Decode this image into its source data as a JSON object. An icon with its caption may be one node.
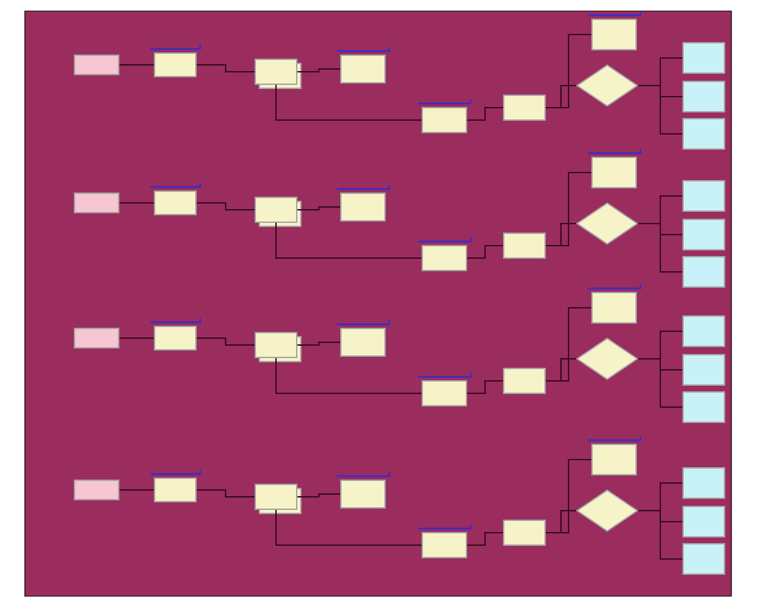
{
  "diagram": {
    "nodes": [
      {
        "text": [],
        "shape": "box"
      },
      {
        "text": [],
        "shape": "box"
      },
      {
        "text": [],
        "shape": "box"
      },
      {
        "text": [],
        "shape": "box"
      },
      {
        "text": [],
        "shape": "box"
      },
      {
        "text": [],
        "shape": "box"
      },
      {
        "text": [],
        "shape": "box"
      },
      {
        "text": [],
        "shape": "diamond"
      },
      {
        "text": [],
        "shape": "box"
      },
      {
        "text": [],
        "shape": "box"
      },
      {
        "text": [],
        "shape": "box"
      },
      {
        "text": [],
        "shape": "box"
      },
      {
        "text": [],
        "shape": "box"
      },
      {
        "text": [],
        "shape": "box"
      },
      {
        "text": [],
        "shape": "box"
      },
      {
        "text": [],
        "shape": "box"
      },
      {
        "text": [],
        "shape": "box"
      },
      {
        "text": [],
        "shape": "box"
      },
      {
        "text": [],
        "shape": "diamond"
      },
      {
        "text": [],
        "shape": "box"
      },
      {
        "text": [],
        "shape": "box"
      },
      {
        "text": [],
        "shape": "box"
      },
      {
        "text": [],
        "shape": "box"
      },
      {
        "text": [],
        "shape": "box"
      },
      {
        "text": [],
        "shape": "box"
      },
      {
        "text": [],
        "shape": "box"
      },
      {
        "text": [],
        "shape": "box"
      },
      {
        "text": [],
        "shape": "box"
      },
      {
        "text": [],
        "shape": "box"
      },
      {
        "text": [],
        "shape": "diamond"
      },
      {
        "text": [],
        "shape": "box"
      },
      {
        "text": [],
        "shape": "box"
      },
      {
        "text": [],
        "shape": "box"
      },
      {
        "text": [],
        "shape": "box"
      },
      {
        "text": [],
        "shape": "box"
      },
      {
        "text": [],
        "shape": "box"
      },
      {
        "text": [],
        "shape": "box"
      },
      {
        "text": [],
        "shape": "box"
      },
      {
        "text": [],
        "shape": "box"
      },
      {
        "text": [],
        "shape": "box"
      },
      {
        "text": [],
        "shape": "diamond"
      },
      {
        "text": [],
        "shape": "box"
      },
      {
        "text": [],
        "shape": "box"
      },
      {
        "text": [],
        "shape": "box"
      }
    ],
    "edges": [
      {
        "from": 0,
        "to": 1,
        "arrow": "none"
      },
      {
        "from": 1,
        "to": 2,
        "arrow": "none"
      },
      {
        "from": 2,
        "to": 3,
        "arrow": "none"
      },
      {
        "from": 2,
        "to": 4,
        "arrow": "none"
      },
      {
        "from": 4,
        "to": 5,
        "arrow": "none"
      },
      {
        "from": 5,
        "to": 6,
        "arrow": "none"
      },
      {
        "from": 5,
        "to": 7,
        "arrow": "none"
      },
      {
        "from": 7,
        "to": 8,
        "arrow": "none"
      },
      {
        "from": 7,
        "to": 9,
        "arrow": "none"
      },
      {
        "from": 7,
        "to": 10,
        "arrow": "none"
      },
      {
        "from": 11,
        "to": 12,
        "arrow": "none"
      },
      {
        "from": 12,
        "to": 13,
        "arrow": "none"
      },
      {
        "from": 13,
        "to": 14,
        "arrow": "none"
      },
      {
        "from": 13,
        "to": 15,
        "arrow": "none"
      },
      {
        "from": 15,
        "to": 16,
        "arrow": "none"
      },
      {
        "from": 16,
        "to": 17,
        "arrow": "none"
      },
      {
        "from": 16,
        "to": 18,
        "arrow": "none"
      },
      {
        "from": 18,
        "to": 19,
        "arrow": "none"
      },
      {
        "from": 18,
        "to": 20,
        "arrow": "none"
      },
      {
        "from": 18,
        "to": 21,
        "arrow": "none"
      },
      {
        "from": 22,
        "to": 23,
        "arrow": "none"
      },
      {
        "from": 23,
        "to": 24,
        "arrow": "none"
      },
      {
        "from": 24,
        "to": 25,
        "arrow": "none"
      },
      {
        "from": 24,
        "to": 26,
        "arrow": "none"
      },
      {
        "from": 26,
        "to": 27,
        "arrow": "none"
      },
      {
        "from": 27,
        "to": 28,
        "arrow": "none"
      },
      {
        "from": 27,
        "to": 29,
        "arrow": "none"
      },
      {
        "from": 29,
        "to": 30,
        "arrow": "none"
      },
      {
        "from": 29,
        "to": 31,
        "arrow": "none"
      },
      {
        "from": 29,
        "to": 32,
        "arrow": "none"
      },
      {
        "from": 33,
        "to": 34,
        "arrow": "none"
      },
      {
        "from": 34,
        "to": 35,
        "arrow": "none"
      },
      {
        "from": 35,
        "to": 36,
        "arrow": "none"
      },
      {
        "from": 35,
        "to": 37,
        "arrow": "none"
      },
      {
        "from": 37,
        "to": 38,
        "arrow": "none"
      },
      {
        "from": 38,
        "to": 39,
        "arrow": "none"
      },
      {
        "from": 38,
        "to": 40,
        "arrow": "none"
      },
      {
        "from": 40,
        "to": 41,
        "arrow": "none"
      },
      {
        "from": 40,
        "to": 42,
        "arrow": "none"
      },
      {
        "from": 40,
        "to": 43,
        "arrow": "none"
      }
    ]
  }
}
